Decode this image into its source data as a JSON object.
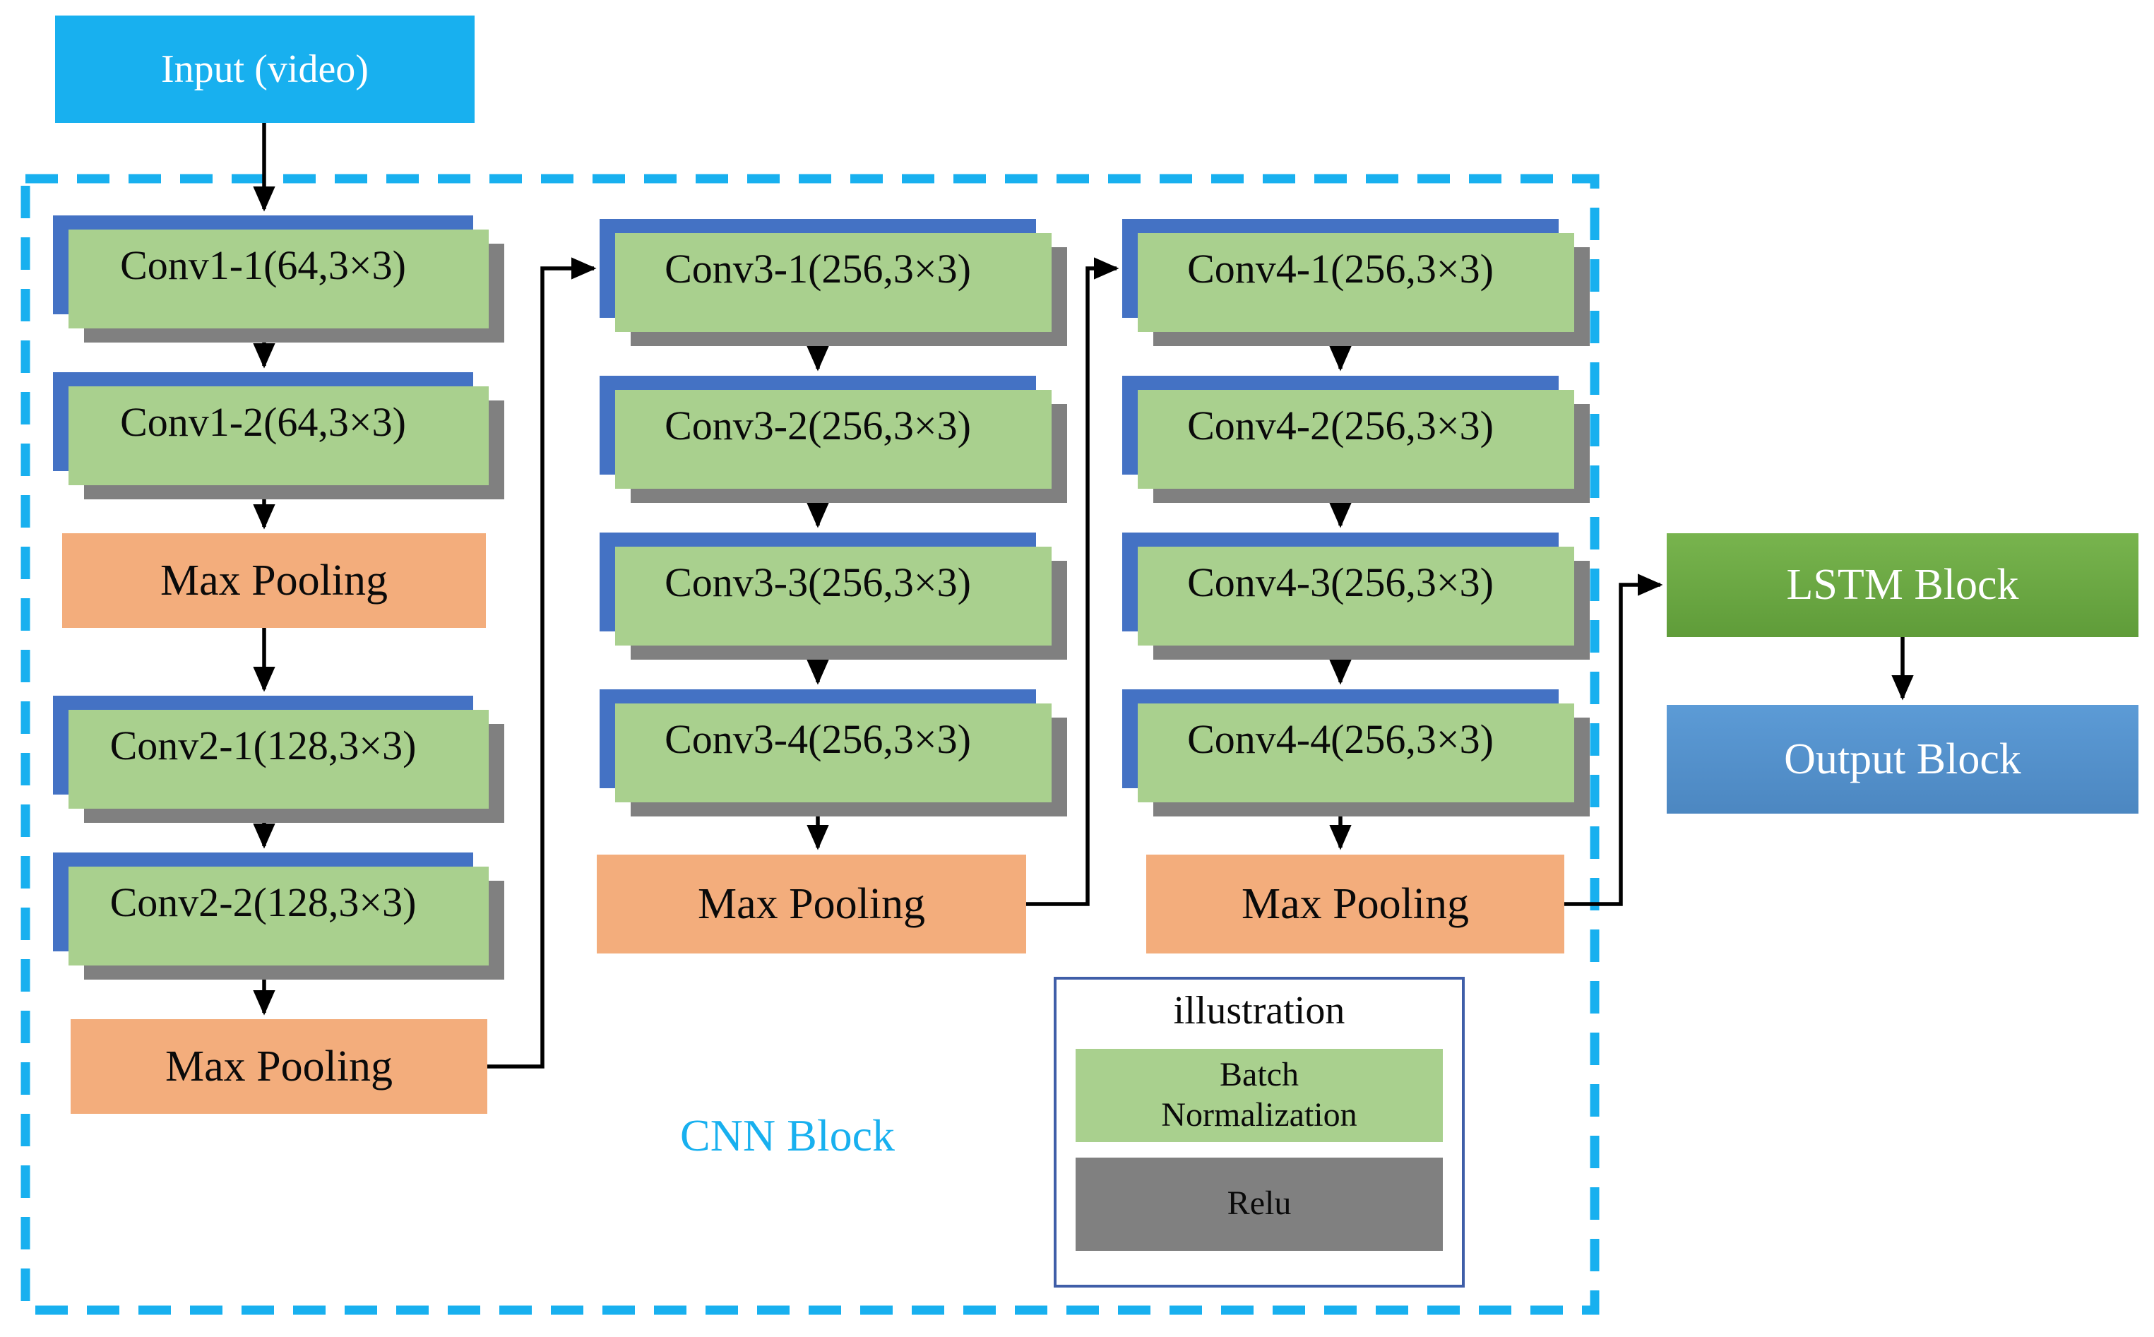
{
  "diagram": {
    "input": {
      "label": "Input (video)"
    },
    "cnn_block_label": "CNN Block",
    "columns": [
      {
        "blocks": [
          {
            "type": "conv",
            "label": "Conv1-1(64,3×3)"
          },
          {
            "type": "conv",
            "label": "Conv1-2(64,3×3)"
          },
          {
            "type": "pool",
            "label": "Max Pooling"
          },
          {
            "type": "conv",
            "label": "Conv2-1(128,3×3)"
          },
          {
            "type": "conv",
            "label": "Conv2-2(128,3×3)"
          },
          {
            "type": "pool",
            "label": "Max Pooling"
          }
        ]
      },
      {
        "blocks": [
          {
            "type": "conv",
            "label": "Conv3-1(256,3×3)"
          },
          {
            "type": "conv",
            "label": "Conv3-2(256,3×3)"
          },
          {
            "type": "conv",
            "label": "Conv3-3(256,3×3)"
          },
          {
            "type": "conv",
            "label": "Conv3-4(256,3×3)"
          },
          {
            "type": "pool",
            "label": "Max Pooling"
          }
        ]
      },
      {
        "blocks": [
          {
            "type": "conv",
            "label": "Conv4-1(256,3×3)"
          },
          {
            "type": "conv",
            "label": "Conv4-2(256,3×3)"
          },
          {
            "type": "conv",
            "label": "Conv4-3(256,3×3)"
          },
          {
            "type": "conv",
            "label": "Conv4-4(256,3×3)"
          },
          {
            "type": "pool",
            "label": "Max Pooling"
          }
        ]
      }
    ],
    "lstm": {
      "label": "LSTM Block"
    },
    "output": {
      "label": "Output Block"
    },
    "legend": {
      "title": "illustration",
      "items": [
        {
          "label": "Batch Normalization",
          "lines": [
            "Batch",
            "Normalization"
          ],
          "color_key": "batch_norm_green"
        },
        {
          "label": "Relu",
          "lines": [
            "Relu"
          ],
          "color_key": "relu_gray"
        }
      ]
    },
    "colors": {
      "cyan": "#18B0EF",
      "conv_blue": "#4472C4",
      "batch_norm_green": "#A9D08E",
      "relu_gray": "#808080",
      "pool_orange": "#F3AD7C",
      "lstm_green_top": "#78B44E",
      "lstm_green_bottom": "#5F9C39",
      "output_blue_top": "#5C9BD6",
      "output_blue_bottom": "#4C87C1",
      "legend_border": "#3F5EA8",
      "wire_black": "#000000"
    }
  }
}
